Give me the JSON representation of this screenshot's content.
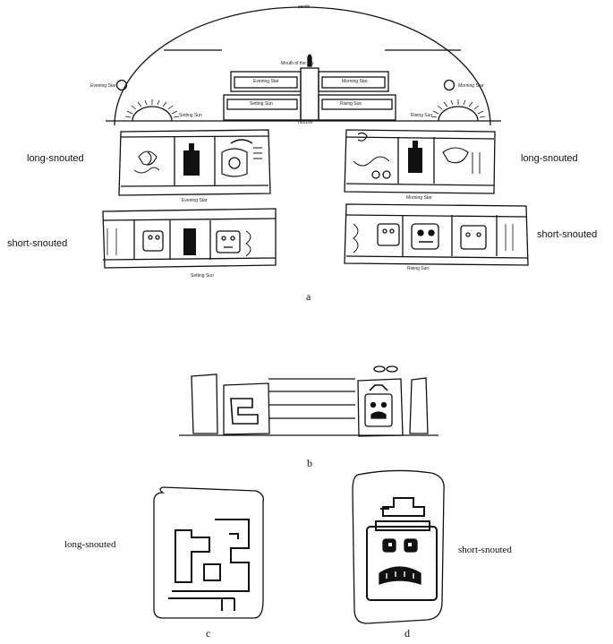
{
  "figure_a": {
    "zenith_label": "zenith",
    "mouth_label": "Mouth of the sky",
    "horizon_label": "horizon",
    "evening_star_left": "Evening Star",
    "morning_star_right": "Morning Star",
    "evening_star_top_panel": "Evening Star",
    "morning_star_top_panel": "Morning Star",
    "setting_sun_left": "Setting Sun",
    "rising_sun_right": "Rising Sun",
    "setting_sun_panel": "Setting Sun",
    "rising_sun_panel": "Rising Sun",
    "sun_left_horizon": "Setting Sun",
    "sun_right_horizon": "Rising Sun",
    "evening_star_mid": "Evening Star",
    "morning_star_mid": "Morning Star",
    "setting_sun_bottom": "Setting Sun",
    "rising_sun_bottom": "Rising Sun",
    "left_long": "long-snouted",
    "left_short": "short-snouted",
    "right_long": "long-snouted",
    "right_short": "short-snouted",
    "panel_letter": "a"
  },
  "figure_b": {
    "panel_letter": "b"
  },
  "figure_c": {
    "label": "long-snouted",
    "panel_letter": "c"
  },
  "figure_d": {
    "label": "short-snouted",
    "panel_letter": "d"
  }
}
